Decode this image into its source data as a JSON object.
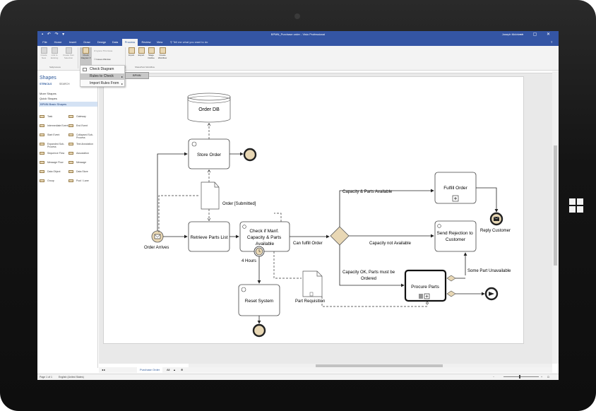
{
  "window": {
    "title": "BPMN_Purchase order - Visio Professional",
    "user": "Joseph McIntosh"
  },
  "ribbon": {
    "tabs": [
      "File",
      "Home",
      "Insert",
      "Draw",
      "Design",
      "Data",
      "Process",
      "Review",
      "View"
    ],
    "active_tab": "Process",
    "tell_me": "Tell me what you want to do",
    "subprocess_group": {
      "label": "Subprocess",
      "buttons": [
        "Create New",
        "Link to Existing",
        "Create from Selection"
      ]
    },
    "diagram_validation": {
      "check_diagram": "Check Diagram",
      "ignore_this_issue": "Ignore This Issue",
      "issues_window": "Issues Window"
    },
    "sharepoint_group": {
      "label": "SharePoint Workflow",
      "buttons": [
        "Import",
        "Export",
        "Stage Outline",
        "Create Workflow"
      ]
    }
  },
  "check_menu": {
    "items": [
      "Check Diagram",
      "Rules to Check",
      "Import Rules From"
    ],
    "highlighted": "Rules to Check",
    "submenu_item": "BPMN"
  },
  "shapes_pane": {
    "title": "Shapes",
    "tabs": [
      "STENCILS",
      "SEARCH"
    ],
    "links": [
      "More Shapes",
      "Quick Shapes"
    ],
    "active_stencil": "BPMN Basic Shapes",
    "items": [
      "Task",
      "Gateway",
      "Intermediate Event",
      "End Event",
      "Start Event",
      "Collapsed Sub-Process",
      "Expanded Sub-Process",
      "Text Annotation",
      "Sequence Flow",
      "Association",
      "Message Flow",
      "Message",
      "Data Object",
      "Data Store",
      "Group",
      "Pool / Lane"
    ]
  },
  "diagram": {
    "data_store": "Order DB",
    "tasks": {
      "store_order": "Store Order",
      "retrieve_parts": "Retrieve Parts List",
      "check_mfg": "Check if Manf. Capacity & Parts Available",
      "reset_system": "Reset System",
      "fulfill_order": "Fulfill Order",
      "send_rejection": "Send Rejection to Customer",
      "procure_parts": "Procure Parts"
    },
    "data_objects": {
      "order_submitted": "Order [Submitted]",
      "part_requisition": "Part Requisition"
    },
    "events": {
      "start": "Order Arrives",
      "timer": "4 Hours",
      "reply": "Reply Customer"
    },
    "flows": {
      "can_fulfill": "Can fulfill Order",
      "capacity_parts_available": "Capacity & Parts Available",
      "capacity_not_available": "Capacity not Available",
      "capacity_ok_parts_must_be_ordered": "Capacity OK, Parts must be Ordered",
      "some_part_unavailable": "Some Part Unavailable"
    }
  },
  "page_tabs": {
    "active": "Purchase Order",
    "all": "All"
  },
  "status_bar": {
    "page": "Page 1 of 1",
    "language": "English (United States)"
  },
  "colors": {
    "title_bar": "#3455a4",
    "bpmn_fill": "#e8d7b4",
    "bpmn_stroke": "#8a7451"
  }
}
